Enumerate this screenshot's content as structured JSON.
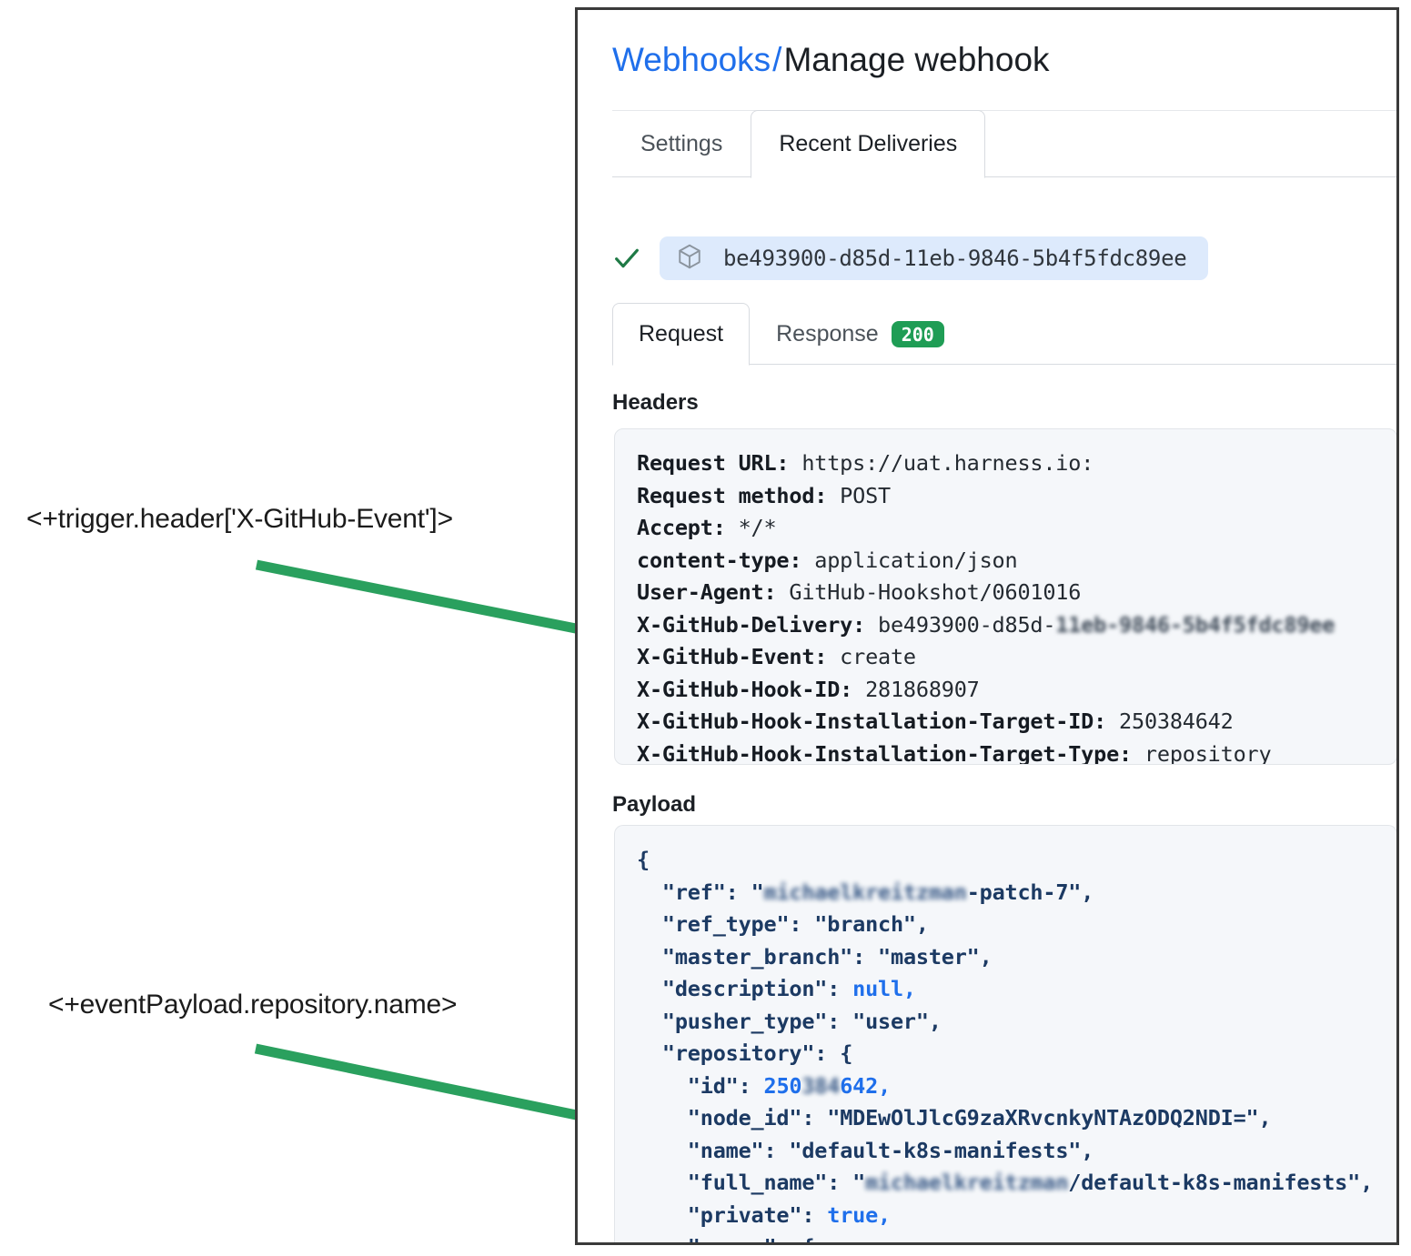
{
  "annotations": [
    {
      "id": "trigger-header-expression",
      "text": "<+trigger.header['X-GitHub-Event']>"
    },
    {
      "id": "event-payload-expression",
      "text": "<+eventPayload.repository.name>"
    }
  ],
  "colors": {
    "arrow_green": "#2aa05e",
    "link_blue": "#1f6feb",
    "badge_green": "#1f9d55",
    "check_green": "#1f7a46",
    "pill_blue": "#ddeafc",
    "code_bg": "#f5f7fa",
    "panel_border": "#3a3a3a"
  },
  "breadcrumb": {
    "parent": "Webhooks",
    "separator": "/",
    "current": "Manage webhook"
  },
  "top_tabs": [
    {
      "label": "Settings",
      "active": false
    },
    {
      "label": "Recent Deliveries",
      "active": true
    }
  ],
  "delivery": {
    "status_icon": "check-icon",
    "package_icon": "package-icon",
    "id": "be493900-d85d-11eb-9846-5b4f5fdc89ee"
  },
  "request_tabs": [
    {
      "label": "Request",
      "active": true,
      "badge": null
    },
    {
      "label": "Response",
      "active": false,
      "badge": "200"
    }
  ],
  "headers": {
    "section_title": "Headers",
    "lines": [
      {
        "key": "Request URL:",
        "value": " https://uat.harness.io:"
      },
      {
        "key": "Request method:",
        "value": " POST"
      },
      {
        "key": "Accept:",
        "value": " */*"
      },
      {
        "key": "content-type:",
        "value": " application/json"
      },
      {
        "key": "User-Agent:",
        "value": " GitHub-Hookshot/0601016"
      },
      {
        "key": "X-GitHub-Delivery:",
        "value": " be493900-d85d-",
        "redacted": "11eb-9846-5b4f5fdc89ee"
      },
      {
        "key": "X-GitHub-Event:",
        "value": " create"
      },
      {
        "key": "X-GitHub-Hook-ID:",
        "value": " 281868907"
      },
      {
        "key": "X-GitHub-Hook-Installation-Target-ID:",
        "value": " 250384642"
      },
      {
        "key": "X-GitHub-Hook-Installation-Target-Type:",
        "value": " repository"
      }
    ]
  },
  "payload": {
    "section_title": "Payload",
    "lines": [
      {
        "indent": 0,
        "text": "{"
      },
      {
        "indent": 1,
        "key": "\"ref\"",
        "sep": ": ",
        "value_prefix": "\"",
        "redacted": "michaelkreitzman",
        "value_suffix": "-patch-7\",",
        "type": "string"
      },
      {
        "indent": 1,
        "key": "\"ref_type\"",
        "sep": ": ",
        "value": "\"branch\",",
        "type": "string"
      },
      {
        "indent": 1,
        "key": "\"master_branch\"",
        "sep": ": ",
        "value": "\"master\",",
        "type": "string"
      },
      {
        "indent": 1,
        "key": "\"description\"",
        "sep": ": ",
        "value": "null,",
        "type": "literal"
      },
      {
        "indent": 1,
        "key": "\"pusher_type\"",
        "sep": ": ",
        "value": "\"user\",",
        "type": "string"
      },
      {
        "indent": 1,
        "key": "\"repository\"",
        "sep": ": ",
        "value": "{",
        "type": "punct"
      },
      {
        "indent": 2,
        "key": "\"id\"",
        "sep": ": ",
        "value_prefix": "250",
        "redacted": "384",
        "value_suffix": "642,",
        "type": "number"
      },
      {
        "indent": 2,
        "key": "\"node_id\"",
        "sep": ": ",
        "value": "\"MDEwOlJlcG9zaXRvcnkyNTAzODQ2NDI=\",",
        "type": "string"
      },
      {
        "indent": 2,
        "key": "\"name\"",
        "sep": ": ",
        "value": "\"default-k8s-manifests\",",
        "type": "string"
      },
      {
        "indent": 2,
        "key": "\"full_name\"",
        "sep": ": ",
        "value_prefix": "\"",
        "redacted": "michaelkreitzman",
        "value_suffix": "/default-k8s-manifests\",",
        "type": "string"
      },
      {
        "indent": 2,
        "key": "\"private\"",
        "sep": ": ",
        "value": "true,",
        "type": "literal"
      },
      {
        "indent": 2,
        "key": "\"owner\"",
        "sep": ": ",
        "value": "{",
        "type": "punct"
      }
    ]
  }
}
